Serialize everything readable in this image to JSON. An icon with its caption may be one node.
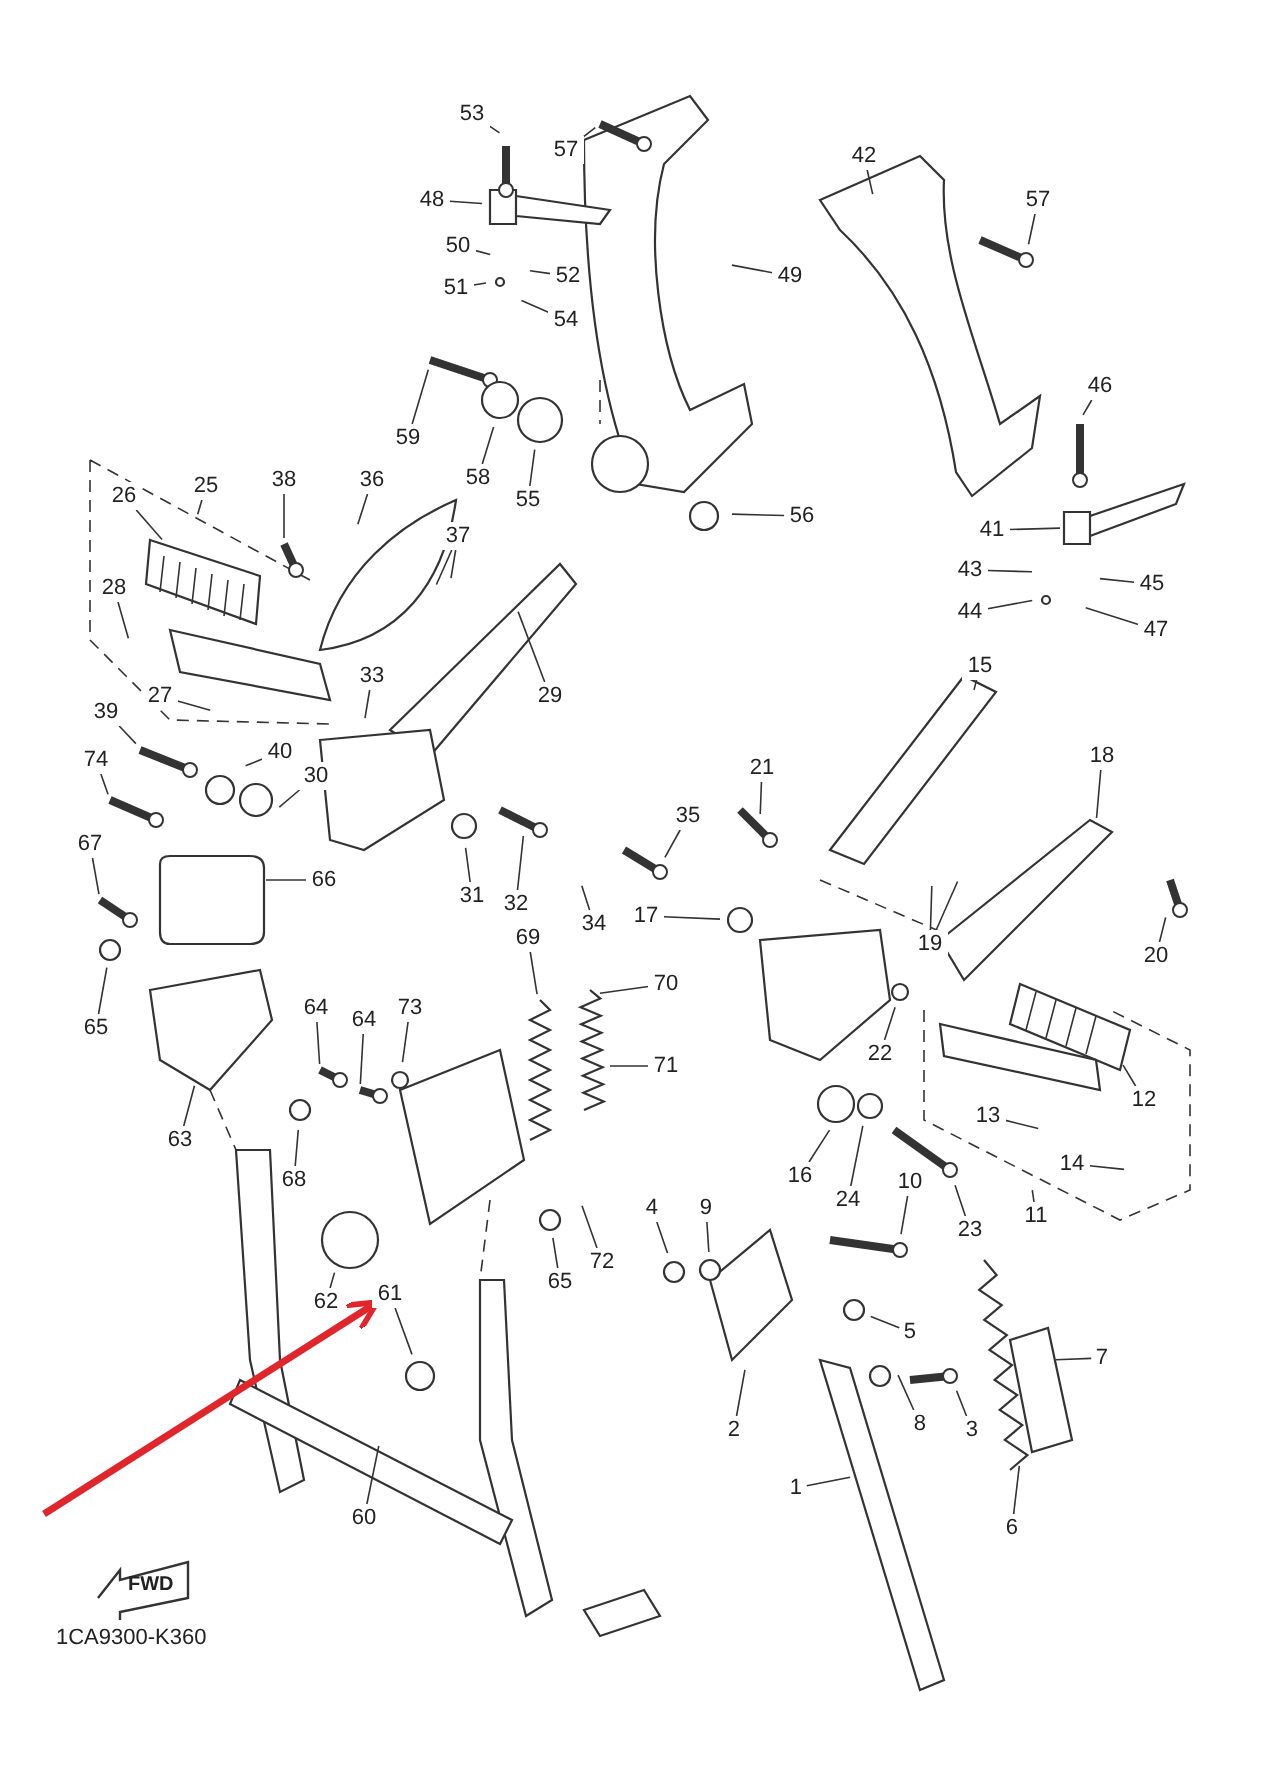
{
  "diagram": {
    "nodes": [
      {
        "text": [
          "53"
        ]
      },
      {
        "text": [
          "57"
        ]
      },
      {
        "text": [
          "48"
        ]
      },
      {
        "text": [
          "50"
        ]
      },
      {
        "text": [
          "51"
        ]
      },
      {
        "text": [
          "52"
        ]
      },
      {
        "text": [
          "54"
        ]
      },
      {
        "text": [
          "49"
        ]
      },
      {
        "text": [
          "42"
        ]
      },
      {
        "text": [
          "57"
        ]
      },
      {
        "text": [
          "46"
        ]
      },
      {
        "text": [
          "41"
        ]
      },
      {
        "text": [
          "43"
        ]
      },
      {
        "text": [
          "45"
        ]
      },
      {
        "text": [
          "44"
        ]
      },
      {
        "text": [
          "47"
        ]
      },
      {
        "text": [
          "59"
        ]
      },
      {
        "text": [
          "58"
        ]
      },
      {
        "text": [
          "55"
        ]
      },
      {
        "text": [
          "56"
        ]
      },
      {
        "text": [
          "25"
        ]
      },
      {
        "text": [
          "26"
        ]
      },
      {
        "text": [
          "38"
        ]
      },
      {
        "text": [
          "36"
        ]
      },
      {
        "text": [
          "37"
        ]
      },
      {
        "text": [
          "28"
        ]
      },
      {
        "text": [
          "27"
        ]
      },
      {
        "text": [
          "29"
        ]
      },
      {
        "text": [
          "33"
        ]
      },
      {
        "text": [
          "39"
        ]
      },
      {
        "text": [
          "40"
        ]
      },
      {
        "text": [
          "30"
        ]
      },
      {
        "text": [
          "74"
        ]
      },
      {
        "text": [
          "67"
        ]
      },
      {
        "text": [
          "66"
        ]
      },
      {
        "text": [
          "31"
        ]
      },
      {
        "text": [
          "32"
        ]
      },
      {
        "text": [
          "34"
        ]
      },
      {
        "text": [
          "35"
        ]
      },
      {
        "text": [
          "21"
        ]
      },
      {
        "text": [
          "17"
        ]
      },
      {
        "text": [
          "15"
        ]
      },
      {
        "text": [
          "18"
        ]
      },
      {
        "text": [
          "19"
        ]
      },
      {
        "text": [
          "20"
        ]
      },
      {
        "text": [
          "69"
        ]
      },
      {
        "text": [
          "70"
        ]
      },
      {
        "text": [
          "71"
        ]
      },
      {
        "text": [
          "65"
        ]
      },
      {
        "text": [
          "64"
        ]
      },
      {
        "text": [
          "64"
        ]
      },
      {
        "text": [
          "73"
        ]
      },
      {
        "text": [
          "63"
        ]
      },
      {
        "text": [
          "68"
        ]
      },
      {
        "text": [
          "22"
        ]
      },
      {
        "text": [
          "12"
        ]
      },
      {
        "text": [
          "13"
        ]
      },
      {
        "text": [
          "14"
        ]
      },
      {
        "text": [
          "11"
        ]
      },
      {
        "text": [
          "16"
        ]
      },
      {
        "text": [
          "24"
        ]
      },
      {
        "text": [
          "23"
        ]
      },
      {
        "text": [
          "62"
        ]
      },
      {
        "text": [
          "61"
        ]
      },
      {
        "text": [
          "72"
        ]
      },
      {
        "text": [
          "65"
        ]
      },
      {
        "text": [
          "10"
        ]
      },
      {
        "text": [
          "4"
        ]
      },
      {
        "text": [
          "9"
        ]
      },
      {
        "text": [
          "5"
        ]
      },
      {
        "text": [
          "7"
        ]
      },
      {
        "text": [
          "2"
        ]
      },
      {
        "text": [
          "8"
        ]
      },
      {
        "text": [
          "3"
        ]
      },
      {
        "text": [
          "1"
        ]
      },
      {
        "text": [
          "6"
        ]
      },
      {
        "text": [
          "60"
        ]
      },
      {
        "text": [
          "FWD"
        ]
      }
    ],
    "edges": [
      {
        "from": 0,
        "to": null,
        "arrow": "none"
      },
      {
        "from": 1,
        "to": null,
        "arrow": "none"
      },
      {
        "from": 2,
        "to": null,
        "arrow": "none"
      },
      {
        "from": 3,
        "to": null,
        "arrow": "none"
      },
      {
        "from": 4,
        "to": null,
        "arrow": "none"
      },
      {
        "from": 5,
        "to": null,
        "arrow": "none"
      },
      {
        "from": 6,
        "to": null,
        "arrow": "none"
      },
      {
        "from": 7,
        "to": null,
        "arrow": "none"
      },
      {
        "from": 8,
        "to": null,
        "arrow": "none"
      },
      {
        "from": 9,
        "to": null,
        "arrow": "none"
      },
      {
        "from": 10,
        "to": null,
        "arrow": "none"
      },
      {
        "from": 11,
        "to": null,
        "arrow": "none"
      },
      {
        "from": 12,
        "to": null,
        "arrow": "none"
      },
      {
        "from": 13,
        "to": null,
        "arrow": "none"
      },
      {
        "from": 14,
        "to": null,
        "arrow": "none"
      },
      {
        "from": 15,
        "to": null,
        "arrow": "none"
      },
      {
        "from": 16,
        "to": null,
        "arrow": "none"
      },
      {
        "from": 17,
        "to": null,
        "arrow": "none"
      },
      {
        "from": 18,
        "to": null,
        "arrow": "none"
      },
      {
        "from": 19,
        "to": null,
        "arrow": "none"
      },
      {
        "from": 20,
        "to": null,
        "arrow": "none"
      },
      {
        "from": 21,
        "to": null,
        "arrow": "none"
      },
      {
        "from": 22,
        "to": null,
        "arrow": "none"
      },
      {
        "from": 23,
        "to": null,
        "arrow": "none"
      },
      {
        "from": 24,
        "to": null,
        "arrow": "none"
      },
      {
        "from": 24,
        "to": null,
        "arrow": "none"
      },
      {
        "from": 25,
        "to": null,
        "arrow": "none"
      },
      {
        "from": 26,
        "to": null,
        "arrow": "none"
      },
      {
        "from": 27,
        "to": null,
        "arrow": "none"
      },
      {
        "from": 28,
        "to": null,
        "arrow": "none"
      },
      {
        "from": 29,
        "to": null,
        "arrow": "none"
      },
      {
        "from": 30,
        "to": null,
        "arrow": "none"
      },
      {
        "from": 31,
        "to": null,
        "arrow": "none"
      },
      {
        "from": 32,
        "to": null,
        "arrow": "none"
      },
      {
        "from": 33,
        "to": null,
        "arrow": "none"
      },
      {
        "from": 34,
        "to": null,
        "arrow": "none"
      },
      {
        "from": 35,
        "to": null,
        "arrow": "none"
      },
      {
        "from": 36,
        "to": null,
        "arrow": "none"
      },
      {
        "from": 37,
        "to": null,
        "arrow": "none"
      },
      {
        "from": 38,
        "to": null,
        "arrow": "none"
      },
      {
        "from": 39,
        "to": null,
        "arrow": "none"
      },
      {
        "from": 40,
        "to": null,
        "arrow": "none"
      },
      {
        "from": 41,
        "to": null,
        "arrow": "none"
      },
      {
        "from": 42,
        "to": null,
        "arrow": "none"
      },
      {
        "from": 43,
        "to": null,
        "arrow": "none"
      },
      {
        "from": 43,
        "to": null,
        "arrow": "none"
      },
      {
        "from": 44,
        "to": null,
        "arrow": "none"
      },
      {
        "from": 45,
        "to": null,
        "arrow": "none"
      },
      {
        "from": 46,
        "to": null,
        "arrow": "none"
      },
      {
        "from": 47,
        "to": null,
        "arrow": "none"
      },
      {
        "from": 48,
        "to": null,
        "arrow": "none"
      },
      {
        "from": 49,
        "to": null,
        "arrow": "none"
      },
      {
        "from": 50,
        "to": null,
        "arrow": "none"
      },
      {
        "from": 51,
        "to": null,
        "arrow": "none"
      },
      {
        "from": 52,
        "to": null,
        "arrow": "none"
      },
      {
        "from": 53,
        "to": null,
        "arrow": "none"
      },
      {
        "from": 54,
        "to": null,
        "arrow": "none"
      },
      {
        "from": 55,
        "to": null,
        "arrow": "none"
      },
      {
        "from": 56,
        "to": null,
        "arrow": "none"
      },
      {
        "from": 57,
        "to": null,
        "arrow": "none"
      },
      {
        "from": 58,
        "to": null,
        "arrow": "none"
      },
      {
        "from": 59,
        "to": null,
        "arrow": "none"
      },
      {
        "from": 60,
        "to": null,
        "arrow": "none"
      },
      {
        "from": 61,
        "to": null,
        "arrow": "none"
      },
      {
        "from": 62,
        "to": null,
        "arrow": "none"
      },
      {
        "from": 63,
        "to": null,
        "arrow": "none"
      },
      {
        "from": 64,
        "to": null,
        "arrow": "none"
      },
      {
        "from": 65,
        "to": null,
        "arrow": "none"
      },
      {
        "from": 66,
        "to": null,
        "arrow": "none"
      },
      {
        "from": 67,
        "to": null,
        "arrow": "none"
      },
      {
        "from": 68,
        "to": null,
        "arrow": "none"
      },
      {
        "from": 69,
        "to": null,
        "arrow": "none"
      },
      {
        "from": 70,
        "to": null,
        "arrow": "none"
      },
      {
        "from": 71,
        "to": null,
        "arrow": "none"
      },
      {
        "from": 72,
        "to": null,
        "arrow": "none"
      },
      {
        "from": 73,
        "to": null,
        "arrow": "none"
      },
      {
        "from": 74,
        "to": null,
        "arrow": "none"
      },
      {
        "from": 75,
        "to": null,
        "arrow": "none"
      },
      {
        "from": 76,
        "to": null,
        "arrow": "none"
      },
      {
        "from": null,
        "to": 63,
        "arrow": "to",
        "style": "thick",
        "color": "#e0262b"
      }
    ],
    "labels": [
      "1CA9300-K360"
    ]
  }
}
